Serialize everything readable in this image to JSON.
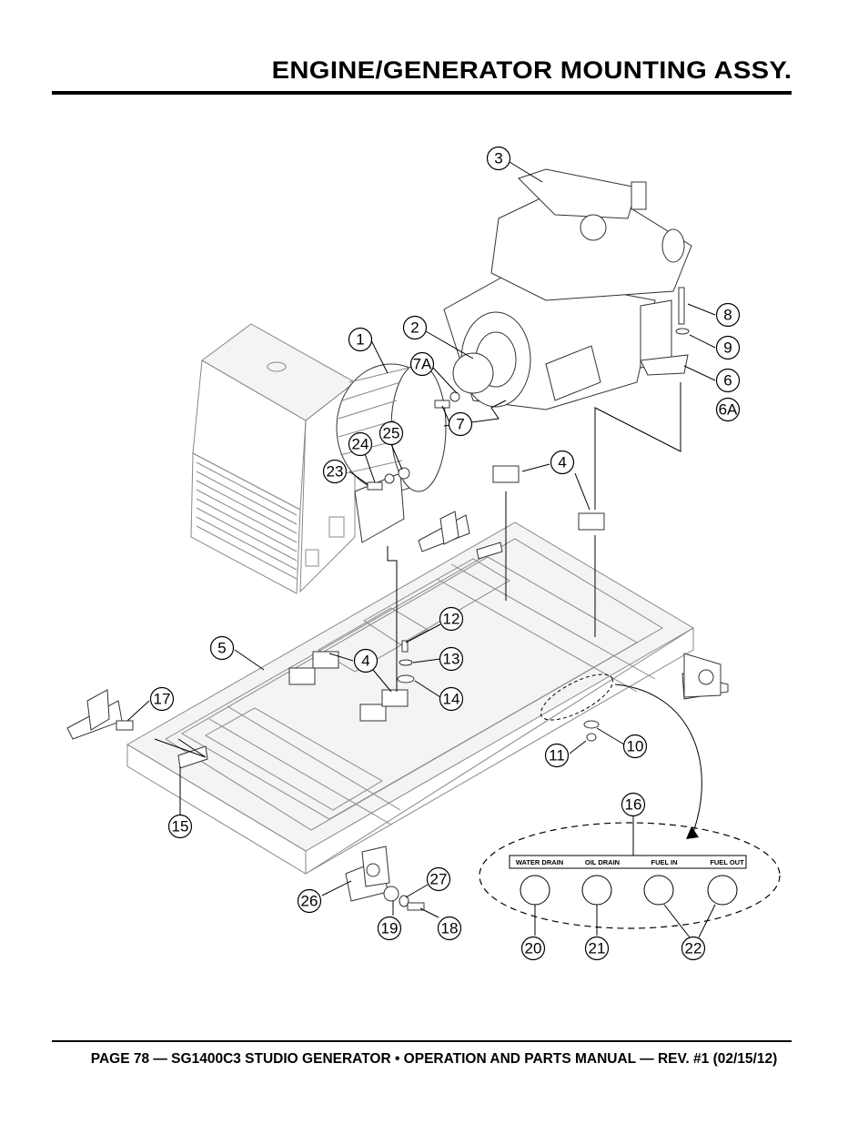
{
  "header": {
    "title": "ENGINE/GENERATOR MOUNTING ASSY."
  },
  "footer": {
    "text": "PAGE 78 — SG1400C3 STUDIO GENERATOR • OPERATION AND PARTS MANUAL — REV. #1 (02/15/12)"
  },
  "panel": {
    "labels": [
      "WATER DRAIN",
      "OIL DRAIN",
      "FUEL IN",
      "FUEL OUT"
    ]
  },
  "callouts": [
    {
      "id": "c1",
      "label": "1"
    },
    {
      "id": "c2",
      "label": "2"
    },
    {
      "id": "c3",
      "label": "3"
    },
    {
      "id": "c4a",
      "label": "4"
    },
    {
      "id": "c4b",
      "label": "4"
    },
    {
      "id": "c5",
      "label": "5"
    },
    {
      "id": "c6",
      "label": "6"
    },
    {
      "id": "c6a",
      "label": "6A"
    },
    {
      "id": "c7",
      "label": "7"
    },
    {
      "id": "c7a",
      "label": "7A"
    },
    {
      "id": "c8",
      "label": "8"
    },
    {
      "id": "c9",
      "label": "9"
    },
    {
      "id": "c10",
      "label": "10"
    },
    {
      "id": "c11",
      "label": "11"
    },
    {
      "id": "c12",
      "label": "12"
    },
    {
      "id": "c13",
      "label": "13"
    },
    {
      "id": "c14",
      "label": "14"
    },
    {
      "id": "c15",
      "label": "15"
    },
    {
      "id": "c16",
      "label": "16"
    },
    {
      "id": "c17",
      "label": "17"
    },
    {
      "id": "c18",
      "label": "18"
    },
    {
      "id": "c19",
      "label": "19"
    },
    {
      "id": "c20",
      "label": "20"
    },
    {
      "id": "c21",
      "label": "21"
    },
    {
      "id": "c22",
      "label": "22"
    },
    {
      "id": "c23",
      "label": "23"
    },
    {
      "id": "c24",
      "label": "24"
    },
    {
      "id": "c25",
      "label": "25"
    },
    {
      "id": "c26",
      "label": "26"
    },
    {
      "id": "c27",
      "label": "27"
    }
  ]
}
